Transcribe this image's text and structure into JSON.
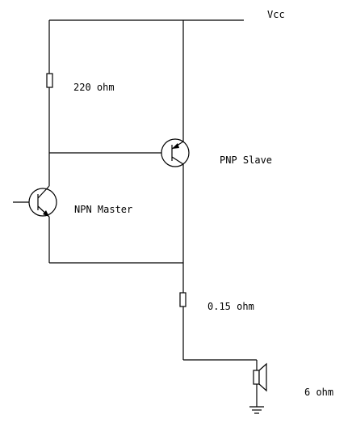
{
  "diagram": {
    "type": "circuit-schematic",
    "labels": {
      "vcc": "Vcc",
      "r1": "220 ohm",
      "pnp": "PNP Slave",
      "npn": "NPN Master",
      "r2": "0.15 ohm",
      "speaker": "6 ohm"
    },
    "components": [
      {
        "id": "R1",
        "kind": "resistor",
        "label": "220 ohm"
      },
      {
        "id": "Q1",
        "kind": "npn-transistor",
        "label": "NPN Master"
      },
      {
        "id": "Q2",
        "kind": "pnp-transistor",
        "label": "PNP Slave"
      },
      {
        "id": "R2",
        "kind": "resistor",
        "label": "0.15 ohm"
      },
      {
        "id": "SPK",
        "kind": "speaker",
        "label": "6 ohm"
      },
      {
        "id": "GND",
        "kind": "ground"
      }
    ],
    "colors": {
      "ink": "#000000",
      "background": "#ffffff"
    }
  }
}
